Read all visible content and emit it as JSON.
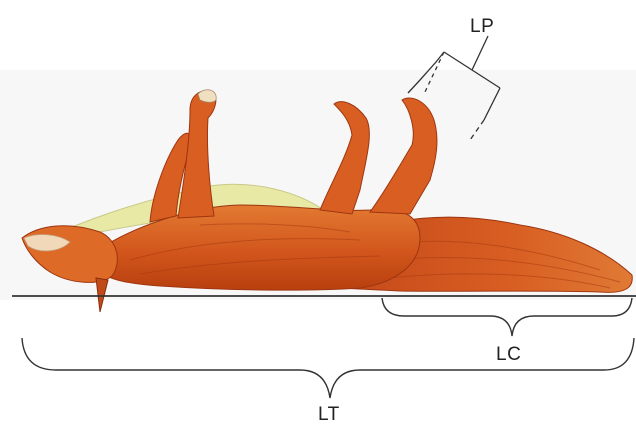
{
  "figure": {
    "illustration": "squirrel-lying-on-back",
    "colors": {
      "fur": "#d2561c",
      "fur_dark": "#a9380f",
      "fur_light": "#e58a3a",
      "belly": "#e9e9a6",
      "snout": "#f0d8b8",
      "line": "#333333"
    }
  },
  "labels": {
    "hind_foot": "LP",
    "tail": "LC",
    "total": "LT"
  }
}
